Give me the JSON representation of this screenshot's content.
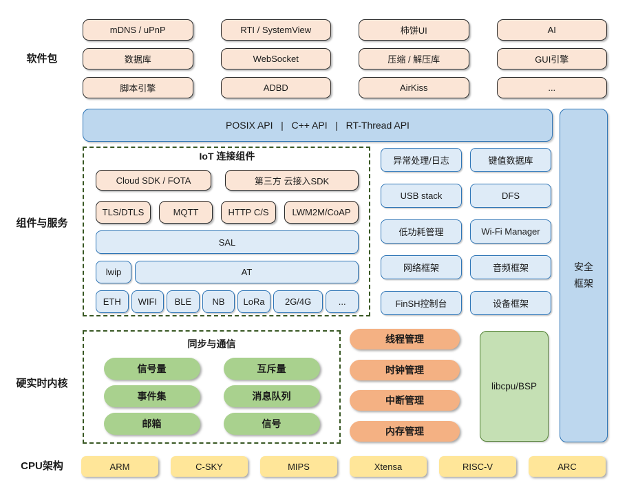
{
  "layer_labels": {
    "packages": "软件包",
    "components": "组件与服务",
    "kernel": "硬实时内核",
    "cpu": "CPU架构"
  },
  "software_packages": [
    "mDNS / uPnP",
    "RTI / SystemView",
    "柿饼UI",
    "AI",
    "数据库",
    "WebSocket",
    "压缩 / 解压库",
    "GUI引擎",
    "脚本引擎",
    "ADBD",
    "AirKiss",
    "..."
  ],
  "api_bar": {
    "label": "POSIX API   |   C++ API   |   RT-Thread API"
  },
  "security_framework": {
    "label": "安全框架"
  },
  "iot_components": {
    "title": "IoT 连接组件",
    "cloud_row": [
      "Cloud SDK / FOTA",
      "第三方 云接入SDK"
    ],
    "protocol_row": [
      "TLS/DTLS",
      "MQTT",
      "HTTP C/S",
      "LWM2M/CoAP"
    ],
    "sal": "SAL",
    "lwip": "lwip",
    "at": "AT",
    "link_row": [
      "ETH",
      "WIFI",
      "BLE",
      "NB",
      "LoRa",
      "2G/4G",
      "..."
    ]
  },
  "services": [
    "异常处理/日志",
    "键值数据库",
    "USB stack",
    "DFS",
    "低功耗管理",
    "Wi-Fi Manager",
    "网络框架",
    "音频框架",
    "FinSH控制台",
    "设备框架"
  ],
  "sync_ipc": {
    "title": "同步与通信",
    "items": [
      "信号量",
      "互斥量",
      "事件集",
      "消息队列",
      "邮箱",
      "信号"
    ]
  },
  "kernel_management": [
    "线程管理",
    "时钟管理",
    "中断管理",
    "内存管理"
  ],
  "libcpu": {
    "label": "libcpu/BSP"
  },
  "cpu_architectures": [
    "ARM",
    "C-SKY",
    "MIPS",
    "Xtensa",
    "RISC-V",
    "ARC"
  ],
  "colors": {
    "peach": "#FBE5D6",
    "blue": "#BDD7EE",
    "light_blue": "#DEEBF7",
    "blue_border": "#2E75B6",
    "green": "#A9D18E",
    "light_green": "#C5E0B4",
    "green_border": "#538135",
    "orange": "#F4B183",
    "yellow": "#FFE699",
    "dash_border": "#385723"
  }
}
